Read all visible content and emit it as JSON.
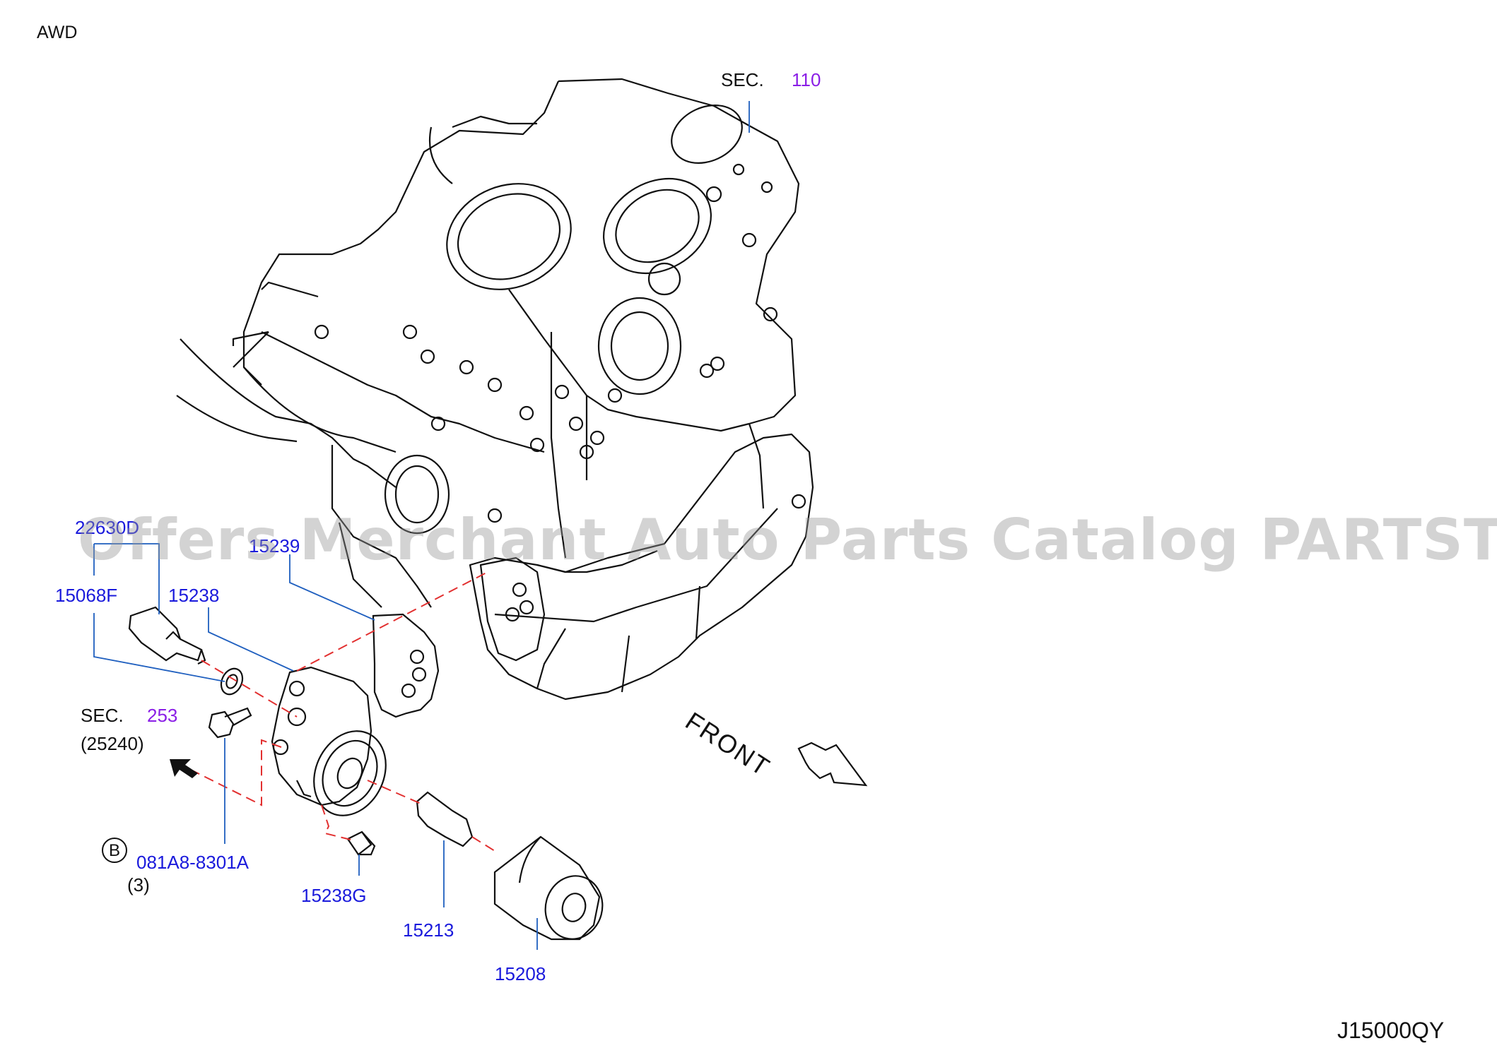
{
  "header": {
    "variant": "AWD"
  },
  "diagram_code": "J15000QY",
  "watermark": "Offers Merchant Auto Parts Catalog PARTSTORE.SA",
  "direction_label": "FRONT",
  "sections": [
    {
      "prefix": "SEC.",
      "number": "110"
    },
    {
      "prefix": "SEC.",
      "number": "253",
      "sub": "(25240)"
    }
  ],
  "parts": [
    {
      "number": "22630D"
    },
    {
      "number": "15068F"
    },
    {
      "number": "15238"
    },
    {
      "number": "15239"
    },
    {
      "number": "081A8-8301A",
      "badge": "B",
      "qty": "(3)"
    },
    {
      "number": "15238G"
    },
    {
      "number": "15213"
    },
    {
      "number": "15208"
    }
  ],
  "colors": {
    "part_number": "#1a1adc",
    "section_number": "#8a1ee6",
    "leader": "#1f5fbf",
    "dash": "#e23030",
    "line": "#111111"
  }
}
